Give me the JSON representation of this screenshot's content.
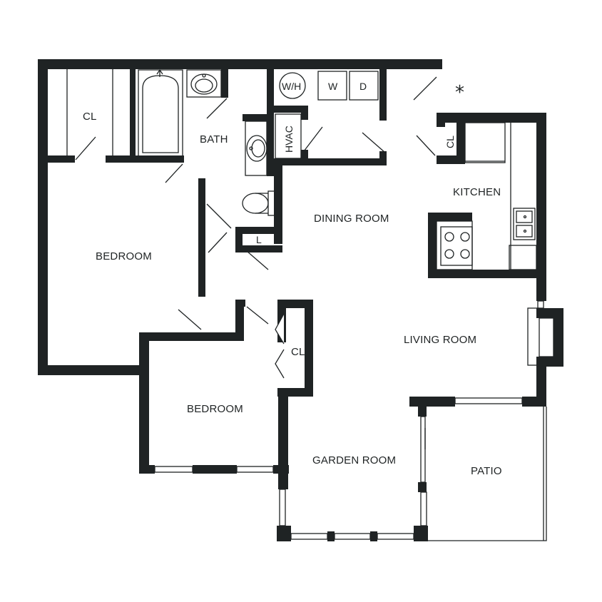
{
  "rooms": {
    "closet_bath": "CL",
    "bath": "BATH",
    "water_heater": "W/H",
    "washer": "W",
    "dryer": "D",
    "hvac": "HVAC",
    "closet_kitchen": "CL",
    "kitchen": "KITCHEN",
    "dining_room": "DINING ROOM",
    "linen": "L",
    "bedroom_1": "BEDROOM",
    "living_room": "LIVING ROOM",
    "closet_bedroom": "CL",
    "bedroom_2": "BEDROOM",
    "garden_room": "GARDEN ROOM",
    "patio": "PATIO"
  },
  "marker": "*",
  "colors": {
    "wall": "#1f2324",
    "background": "#ffffff"
  },
  "icons": [
    "bathtub-icon",
    "sink-icon",
    "toilet-icon",
    "range-icon",
    "double-sink-icon",
    "fireplace-icon",
    "water-heater-icon"
  ]
}
